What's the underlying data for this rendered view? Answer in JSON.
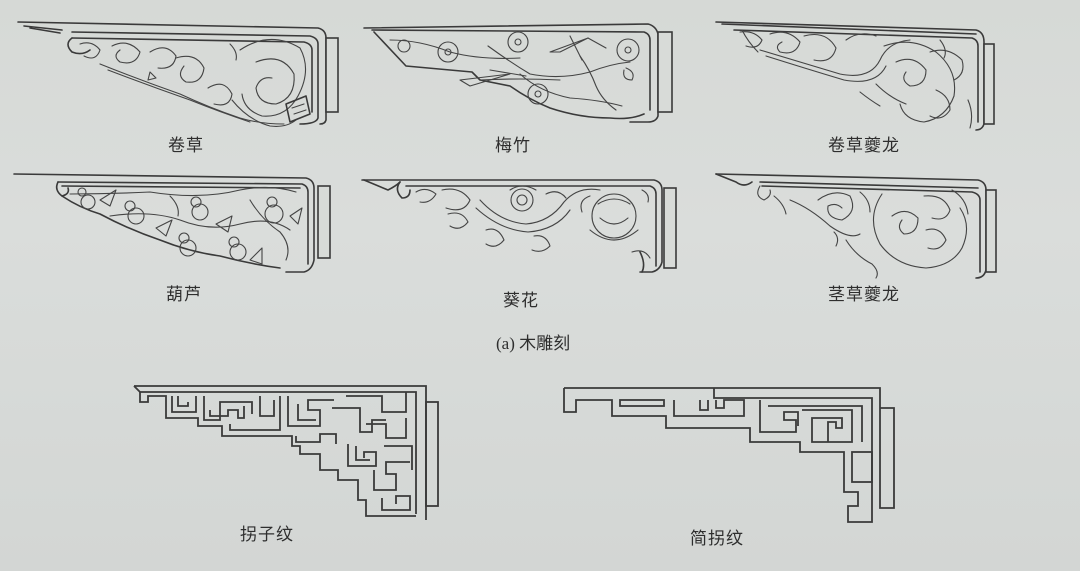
{
  "page": {
    "background_color": "#d8dbd8",
    "line_color": "#3a3a3a"
  },
  "section_a": {
    "caption": "(a) 木雕刻",
    "caption_prefix": "(a)",
    "caption_text": "木雕刻",
    "figures": [
      {
        "id": "juancao",
        "label": "卷草",
        "motif": "scroll-grass"
      },
      {
        "id": "meizhu",
        "label": "梅竹",
        "motif": "plum-bamboo"
      },
      {
        "id": "juancao-kuilong",
        "label": "卷草夔龙",
        "motif": "scroll-grass-kui-dragon"
      },
      {
        "id": "hulu",
        "label": "葫芦",
        "motif": "gourd"
      },
      {
        "id": "kuihua",
        "label": "葵花",
        "motif": "sunflower"
      },
      {
        "id": "jingcao-kuilong",
        "label": "茎草夔龙",
        "motif": "stem-grass-kui-dragon"
      }
    ]
  },
  "section_b": {
    "figures": [
      {
        "id": "guaiziwen",
        "label": "拐子纹",
        "motif": "fret-pattern"
      },
      {
        "id": "jianguaiwen",
        "label": "简拐纹",
        "motif": "simple-fret-pattern"
      }
    ]
  }
}
